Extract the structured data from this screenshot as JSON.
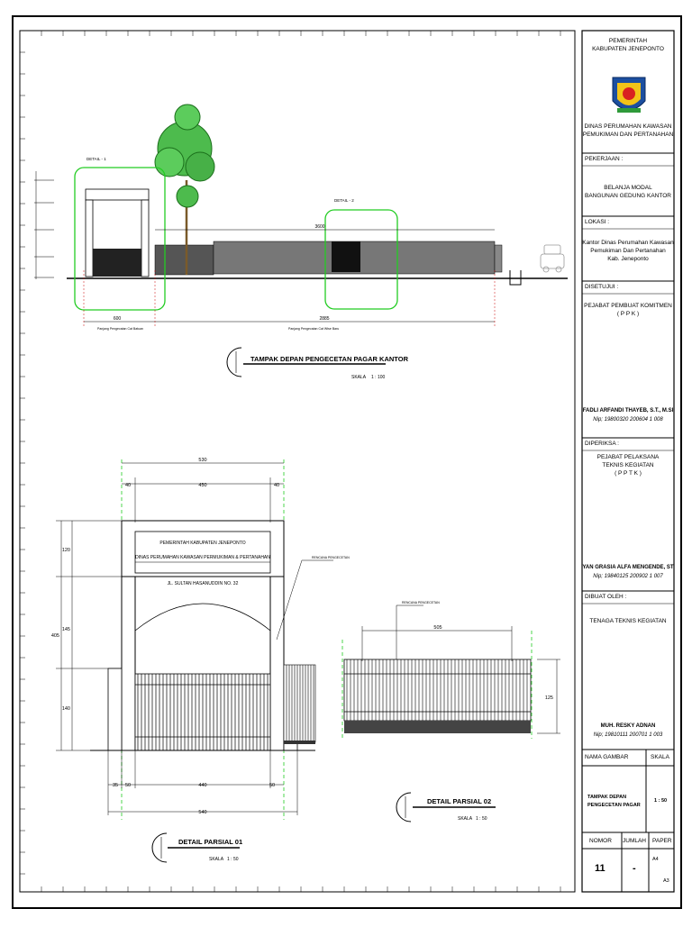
{
  "elevation": {
    "detail_labels": [
      "DETAIL - 1",
      "DETAIL - 2"
    ],
    "dimensions": [
      "600",
      "2885",
      "3600"
    ],
    "dim_notes": [
      "Panjang Pengecatan Cat Batuan",
      "Panjang Pengecatan Cat Wtse Baru"
    ],
    "title": "TAMPAK DEPAN PENGECETAN PAGAR KANTOR",
    "scale_label": "SKALA",
    "scale_value": "1 : 100"
  },
  "partial1": {
    "sign_lines": [
      "PEMERINTAH KABUPATEN JENEPONTO",
      "DINAS PERUMAHAN KAWASAN PERMUKIMAN & PERTANAHAN"
    ],
    "address": "JL. SULTAN HASANUDDIN NO. 32",
    "note": "RENCANA PENGECETAN",
    "dims_top": [
      "530",
      "40",
      "450",
      "40"
    ],
    "dims_left": [
      "405",
      "120",
      "145",
      "140"
    ],
    "dims_bottom": [
      "35",
      "50",
      "440",
      "50",
      "540"
    ],
    "title": "DETAIL PARSIAL 01",
    "scale_label": "SKALA",
    "scale_value": "1 : 50"
  },
  "partial2": {
    "note": "RENCANA PENGECETAN",
    "dim_top": "505",
    "dim_right": "125",
    "title": "DETAIL PARSIAL 02",
    "scale_label": "SKALA",
    "scale_value": "1 : 50"
  },
  "title_block": {
    "gov_line1": "PEMERINTAH",
    "gov_line2": "KABUPATEN JENEPONTO",
    "dept_line1": "DINAS PERUMAHAN KAWASAN",
    "dept_line2": "PEMUKIMAN DAN PERTANAHAN",
    "pekerjaan_label": "PEKERJAAN :",
    "pekerjaan_1": "BELANJA MODAL",
    "pekerjaan_2": "BANGUNAN GEDUNG KANTOR",
    "lokasi_label": "LOKASI :",
    "lokasi_1": "Kantor Dinas Perumahan Kawasan",
    "lokasi_2": "Pemukiman Dan Pertanahan",
    "lokasi_3": "Kab. Jeneponto",
    "disetujui_label": "DISETUJUI :",
    "ppk_1": "PEJABAT PEMBUAT KOMITMEN",
    "ppk_2": "( P P K )",
    "ppk_name": "FADLI ARFANDI THAYEB, S.T., M.SI",
    "ppk_nip": "Nip; 19800320 200604 1 008",
    "diperiksa_label": "DIPERIKSA :",
    "pptk_1": "PEJABAT PELAKSANA",
    "pptk_2": "TEKNIS KEGIATAN",
    "pptk_3": "( P P T K )",
    "pptk_name": "YAN GRASIA ALFA MENGENDE, ST",
    "pptk_nip": "Nip; 19840125 200902 1 007",
    "dibuat_label": "DIBUAT OLEH :",
    "ttk": "TENAGA TEKNIS KEGIATAN",
    "ttk_name": "MUH. RESKY ADNAN",
    "ttk_nip": "Nip; 19810111 200701 1 003",
    "nama_gambar_label": "NAMA GAMBAR",
    "skala_label": "SKALA",
    "nama_gambar_1": "TAMPAK DEPAN",
    "nama_gambar_2": "PENGECETAN PAGAR",
    "skala_value": "1 : 50",
    "nomor_label": "NOMOR",
    "jumlah_label": "JUMLAH",
    "paper_label": "PAPER",
    "nomor_value": "11",
    "jumlah_value": "-",
    "paper_a4": "A4",
    "paper_a3": "A3"
  }
}
